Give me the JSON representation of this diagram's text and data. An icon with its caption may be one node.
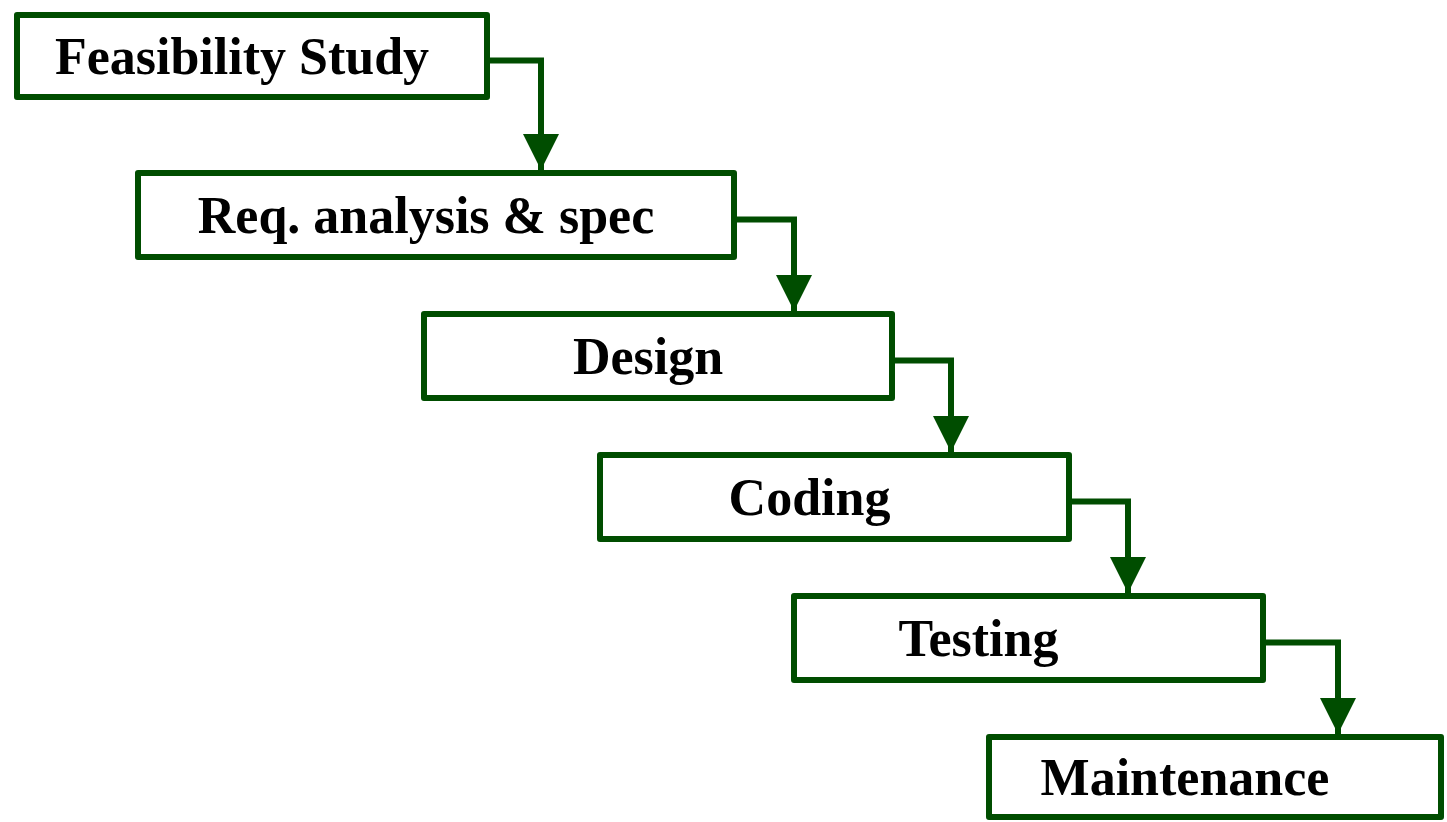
{
  "diagram": {
    "nodes": [
      {
        "text": [
          "Feasibility Study"
        ]
      },
      {
        "text": [
          "Req.  analysis & spec"
        ]
      },
      {
        "text": [
          "Design"
        ]
      },
      {
        "text": [
          "Coding"
        ]
      },
      {
        "text": [
          "Testing"
        ]
      },
      {
        "text": [
          "Maintenance"
        ]
      }
    ],
    "edges": [
      {
        "from": 0,
        "to": 1,
        "arrow": "to"
      },
      {
        "from": 1,
        "to": 2,
        "arrow": "to"
      },
      {
        "from": 2,
        "to": 3,
        "arrow": "to"
      },
      {
        "from": 3,
        "to": 4,
        "arrow": "to"
      },
      {
        "from": 4,
        "to": 5,
        "arrow": "to"
      }
    ]
  }
}
